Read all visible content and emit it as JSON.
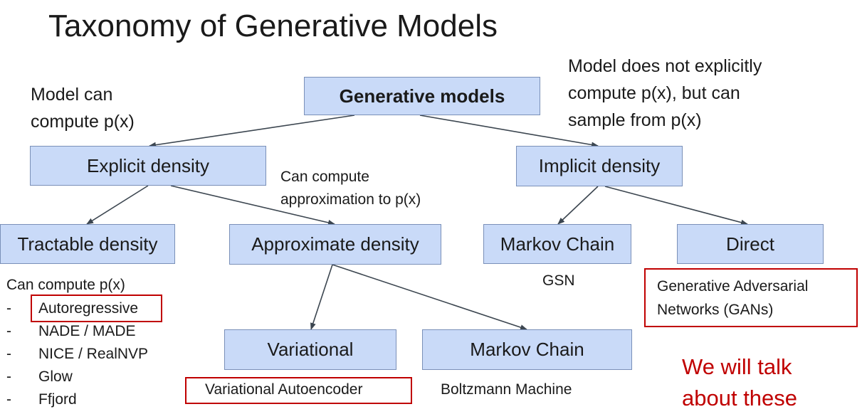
{
  "title": "Taxonomy of Generative Models",
  "nodes": {
    "root": "Generative models",
    "explicit": "Explicit density",
    "implicit": "Implicit density",
    "tractable": "Tractable density",
    "approximate": "Approximate density",
    "markov_implicit": "Markov Chain",
    "direct": "Direct",
    "variational": "Variational",
    "markov_approx": "Markov Chain"
  },
  "notes": {
    "explicit_note_1": "Model can",
    "explicit_note_2": "compute p(x)",
    "implicit_note_1": "Model does not explicitly",
    "implicit_note_2": "compute p(x), but can",
    "implicit_note_3": "sample from p(x)",
    "approx_note_1": "Can compute",
    "approx_note_2": "approximation to p(x)"
  },
  "tractable_list": {
    "heading": "Can compute p(x)",
    "items": [
      "Autoregressive",
      "NADE / MADE",
      "NICE / RealNVP",
      "Glow",
      "Ffjord"
    ],
    "dash": "-"
  },
  "leaves": {
    "gsn": "GSN",
    "gans_1": "Generative Adversarial",
    "gans_2": "Networks (GANs)",
    "vae": "Variational Autoencoder",
    "boltzmann": "Boltzmann Machine"
  },
  "callout": {
    "line1": "We will talk",
    "line2": "about these"
  },
  "colors": {
    "box_fill": "#c9daf8",
    "box_border": "#7a90b8",
    "highlight": "#c00000",
    "arrow": "#3c4650"
  }
}
